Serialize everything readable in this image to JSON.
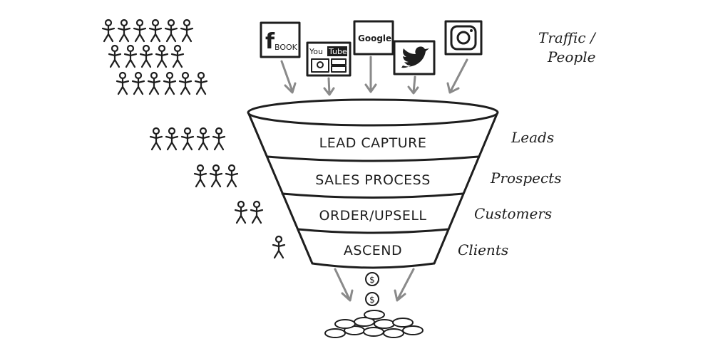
{
  "traffic_label_line1": "Traffic /",
  "traffic_label_line2": "People",
  "sources": [
    {
      "icon": "facebook-icon",
      "text": "BOOK"
    },
    {
      "icon": "youtube-icon",
      "text1": "You",
      "text2": "Tube"
    },
    {
      "icon": "google-icon",
      "text": "Google"
    },
    {
      "icon": "twitter-icon"
    },
    {
      "icon": "instagram-icon"
    }
  ],
  "stages": [
    {
      "label": "LEAD CAPTURE",
      "side": "Leads",
      "people": 5
    },
    {
      "label": "SALES PROCESS",
      "side": "Prospects",
      "people": 3
    },
    {
      "label": "ORDER/UPSELL",
      "side": "Customers",
      "people": 2
    },
    {
      "label": "ASCEND",
      "side": "Clients",
      "people": 1
    }
  ],
  "traffic_people_rows": [
    6,
    5,
    6
  ],
  "output_icon": "dollar-coin-icon"
}
